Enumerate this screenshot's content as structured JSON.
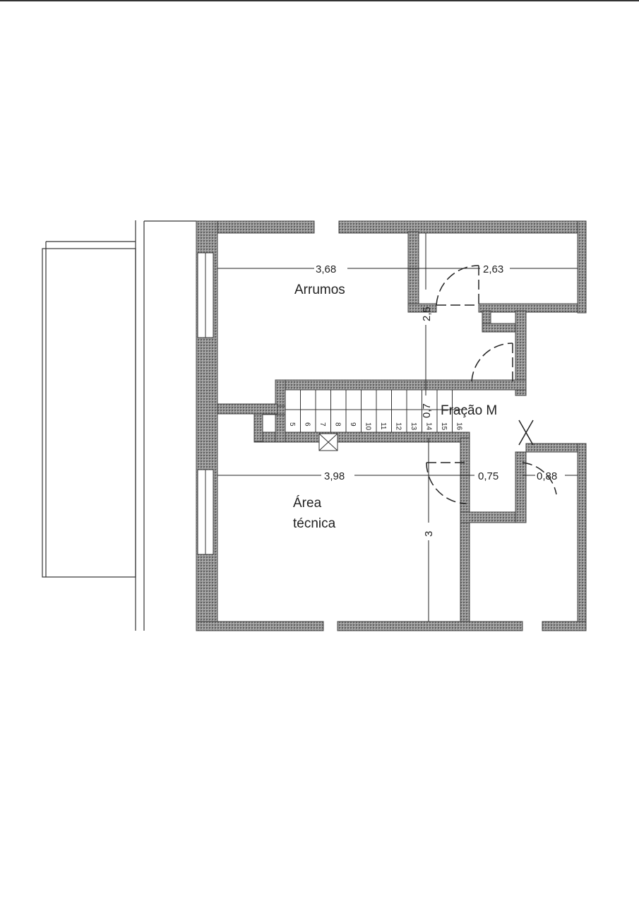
{
  "plan": {
    "rooms": {
      "storage": "Arrumos",
      "technical_line1": "Área",
      "technical_line2": "técnica",
      "unit": "Fração M"
    },
    "dimensions": {
      "storage_width": "3,68",
      "small_room_width": "2,63",
      "vertical_upper": "2,5",
      "vertical_stair": "0,7",
      "technical_width": "3,98",
      "corridor_width": "0,75",
      "right_room_width": "0,88",
      "technical_depth": "3"
    },
    "stair_steps": [
      "5",
      "6",
      "7",
      "8",
      "9",
      "10",
      "11",
      "12",
      "13",
      "14",
      "15",
      "16"
    ],
    "colors": {
      "wall": "#8a8a8a",
      "line": "#222222"
    }
  }
}
